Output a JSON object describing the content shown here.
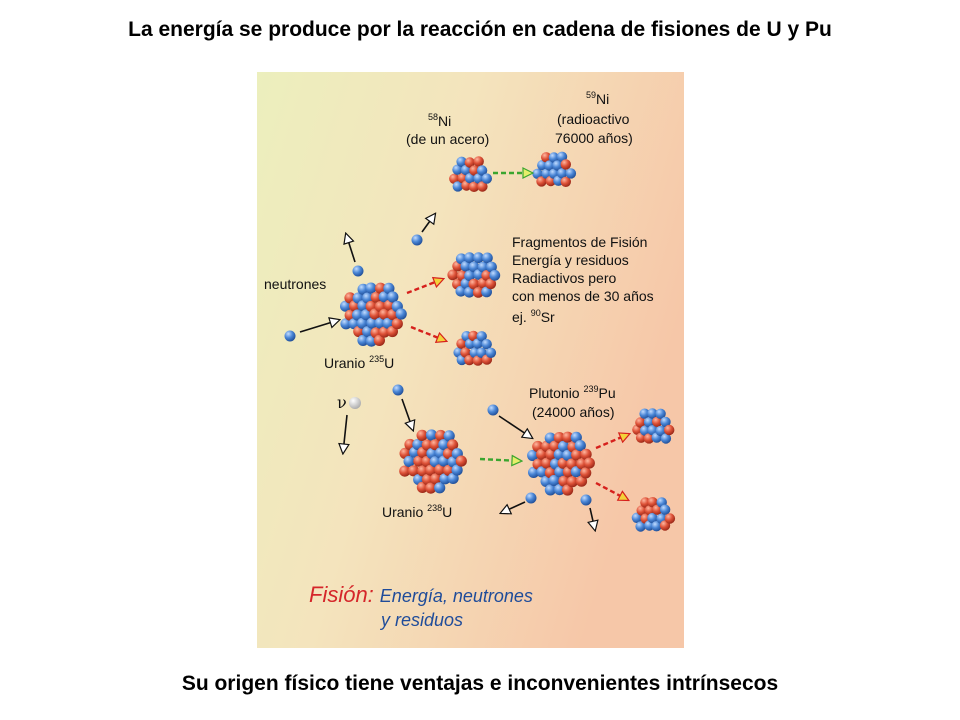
{
  "header": {
    "title": "La energía se produce por la reacción en cadena de fisiones de U y Pu"
  },
  "footer": {
    "text": "Su origen físico tiene ventajas e inconvenientes intrínsecos"
  },
  "figure": {
    "ni58": {
      "mass": "58",
      "symbol": "Ni",
      "line2": "(de un acero)"
    },
    "ni59": {
      "mass": "59",
      "symbol": "Ni",
      "line2": "(radioactivo",
      "line3": "76000 años)"
    },
    "fragments": {
      "line1": "Fragmentos de Fisión",
      "line2": "Energía y residuos",
      "line3": "Radiactivos pero",
      "line4": "con menos de 30 años",
      "line5_prefix": "ej. ",
      "line5_mass": "90",
      "line5_symbol": "Sr"
    },
    "neutrones": "neutrones",
    "u235": {
      "prefix": "Uranio ",
      "mass": "235",
      "symbol": "U"
    },
    "nu": "ν",
    "pu239": {
      "prefix": "Plutonio ",
      "mass": "239",
      "symbol": "Pu",
      "line2": "(24000 años)"
    },
    "u238": {
      "prefix": "Uranio ",
      "mass": "238",
      "symbol": "U"
    },
    "caption": {
      "fision": "Fisión:",
      "line1": "Energía, neutrones",
      "line2": "y residuos"
    }
  },
  "colors": {
    "proton": "#d94a32",
    "neutron": "#3f7fd0",
    "arrow_green": "#3aa52f",
    "arrow_red": "#d6201c"
  }
}
